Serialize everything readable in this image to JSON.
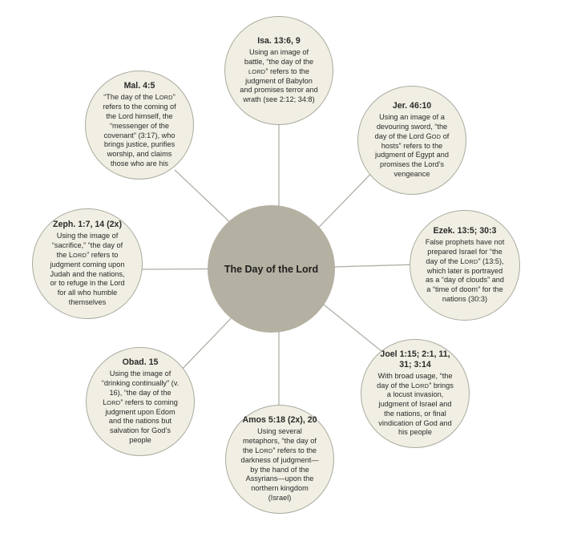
{
  "diagram": {
    "center_title": "The Day of the Lord",
    "nodes": [
      {
        "id": "isa",
        "ref": "Isa. 13:6, 9",
        "parts": [
          "Using an image of battle, “the day of the ",
          {
            "sc": "Lord"
          },
          "” refers to the judgment of Babylon and promises terror and wrath (see 2:12; 34:8)"
        ]
      },
      {
        "id": "jer",
        "ref": "Jer. 46:10",
        "parts": [
          "Using an image of a devouring sword, “the day of the Lord G",
          {
            "sc": "od"
          },
          " of hosts” refers to the judgment of Egypt and promises the Lord’s vengeance"
        ]
      },
      {
        "id": "ezek",
        "ref": "Ezek. 13:5; 30:3",
        "parts": [
          "False prophets have not prepared Israel for “the day of the L",
          {
            "sc": "ord"
          },
          "” (13:5), which later is portrayed as a “day of clouds” and a “time of doom” for the nations (30:3)"
        ]
      },
      {
        "id": "joel",
        "ref": "Joel 1:15; 2:1, 11, 31; 3:14",
        "parts": [
          "With broad usage, “the day of the L",
          {
            "sc": "ord"
          },
          "” brings a locust invasion, judgment of Israel and the nations, or final vindication of God and his people"
        ]
      },
      {
        "id": "amos",
        "ref": "Amos 5:18 (2x), 20",
        "parts": [
          "Using several metaphors, “the day of the L",
          {
            "sc": "ord"
          },
          "” refers to the darkness of judgment—by the hand of the Assyrians—upon the northern kingdom (Israel)"
        ]
      },
      {
        "id": "obad",
        "ref": "Obad. 15",
        "parts": [
          "Using the image of “drinking continually” (v. 16), “the day of the L",
          {
            "sc": "ord"
          },
          "” refers to coming judgment upon Edom and the nations but salvation for God’s people"
        ]
      },
      {
        "id": "zeph",
        "ref": "Zeph. 1:7, 14 (2x)",
        "parts": [
          "Using the image of “sacrifice,” “the day of the L",
          {
            "sc": "ord"
          },
          "” refers to judgment coming upon Judah and the nations, or to refuge in the Lord for all who humble themselves"
        ]
      },
      {
        "id": "mal",
        "ref": "Mal. 4:5",
        "parts": [
          "“The day of the L",
          {
            "sc": "ord"
          },
          "” refers to the coming of the Lord himself, the “messenger of the covenant” (3:17), who brings justice, purifies worship, and claims those who are his"
        ]
      }
    ]
  }
}
